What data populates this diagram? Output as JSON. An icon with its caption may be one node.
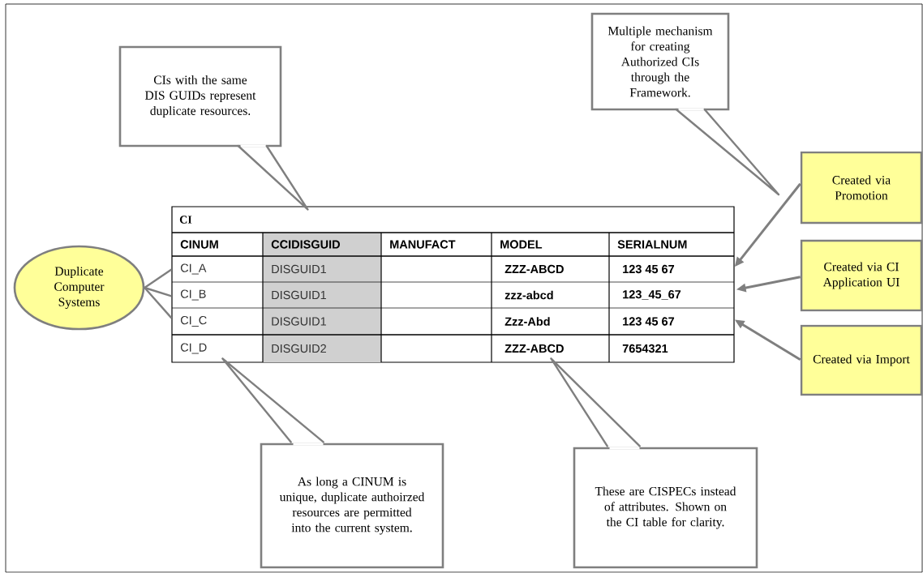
{
  "diagram": {
    "nodes": [
      {
        "text": [
          "CIs with the same DIS GUIDs represent duplicate resources."
        ]
      },
      {
        "text": [
          "Multiple mechanism for creating Authorized CIs through the Framework."
        ]
      },
      {
        "text": [
          "Created via Promotion"
        ]
      },
      {
        "text": [
          "Duplicate Computer Systems"
        ]
      },
      {
        "text": [
          "CI"
        ]
      },
      {
        "text": [
          "Created via CI Application UI"
        ]
      },
      {
        "text": [
          "Created via Import"
        ]
      },
      {
        "text": [
          "As long a CINUM is unique, duplicate authoirzed resources are permitted into the current system."
        ]
      },
      {
        "text": [
          "These are CISPECs instead of attributes. Shown on the CI table for clarity."
        ]
      }
    ],
    "edges": [
      {
        "from": 0,
        "to": 4,
        "arrow": "none"
      },
      {
        "from": 1,
        "to": null,
        "arrow": "none"
      },
      {
        "from": 2,
        "to": 4,
        "arrow": "to"
      },
      {
        "from": 3,
        "to": 4,
        "arrow": "none"
      },
      {
        "from": 3,
        "to": 4,
        "arrow": "none"
      },
      {
        "from": 3,
        "to": 4,
        "arrow": "none"
      },
      {
        "from": 5,
        "to": 4,
        "arrow": "to"
      },
      {
        "from": 6,
        "to": 4,
        "arrow": "to"
      },
      {
        "from": 7,
        "to": 4,
        "arrow": "none"
      },
      {
        "from": 8,
        "to": 4,
        "arrow": "none"
      }
    ],
    "labels": [
      "CINUM",
      "CCIDISGUID",
      "MANUFACT",
      "MODEL",
      "SERIALNUM",
      "CI_A",
      "DISGUID1",
      "ZZZ-ABCD",
      "123 45 67",
      "CI_B",
      "DISGUID1",
      "zzz-abcd",
      "123_45_67",
      "CI_C",
      "DISGUID1",
      "Zzz-Abd",
      "123 45 67",
      "CI_D",
      "DISGUID2",
      "ZZZ-ABCD",
      "7654321"
    ]
  }
}
